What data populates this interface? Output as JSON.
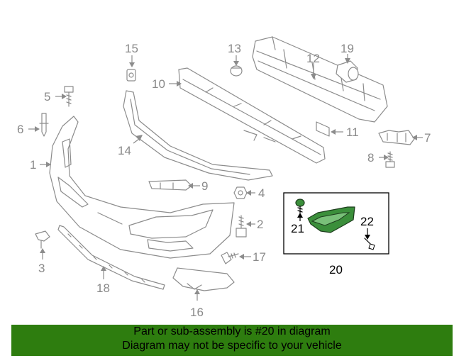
{
  "callouts": {
    "p1": "1",
    "p2": "2",
    "p3": "3",
    "p4": "4",
    "p5": "5",
    "p6": "6",
    "p7": "7",
    "p8": "8",
    "p9": "9",
    "p10": "10",
    "p11": "11",
    "p12": "12",
    "p13": "13",
    "p14": "14",
    "p15": "15",
    "p16": "16",
    "p17": "17",
    "p18": "18",
    "p19": "19",
    "p20": "20",
    "p21": "21",
    "p22": "22"
  },
  "highlight": {
    "assembly_number": "20",
    "color": "#3b8f3b"
  },
  "banner": {
    "line1": "Part or sub-assembly is #20 in diagram",
    "line2": "Diagram may not be specific to your vehicle",
    "background": "#2e7d0f"
  }
}
